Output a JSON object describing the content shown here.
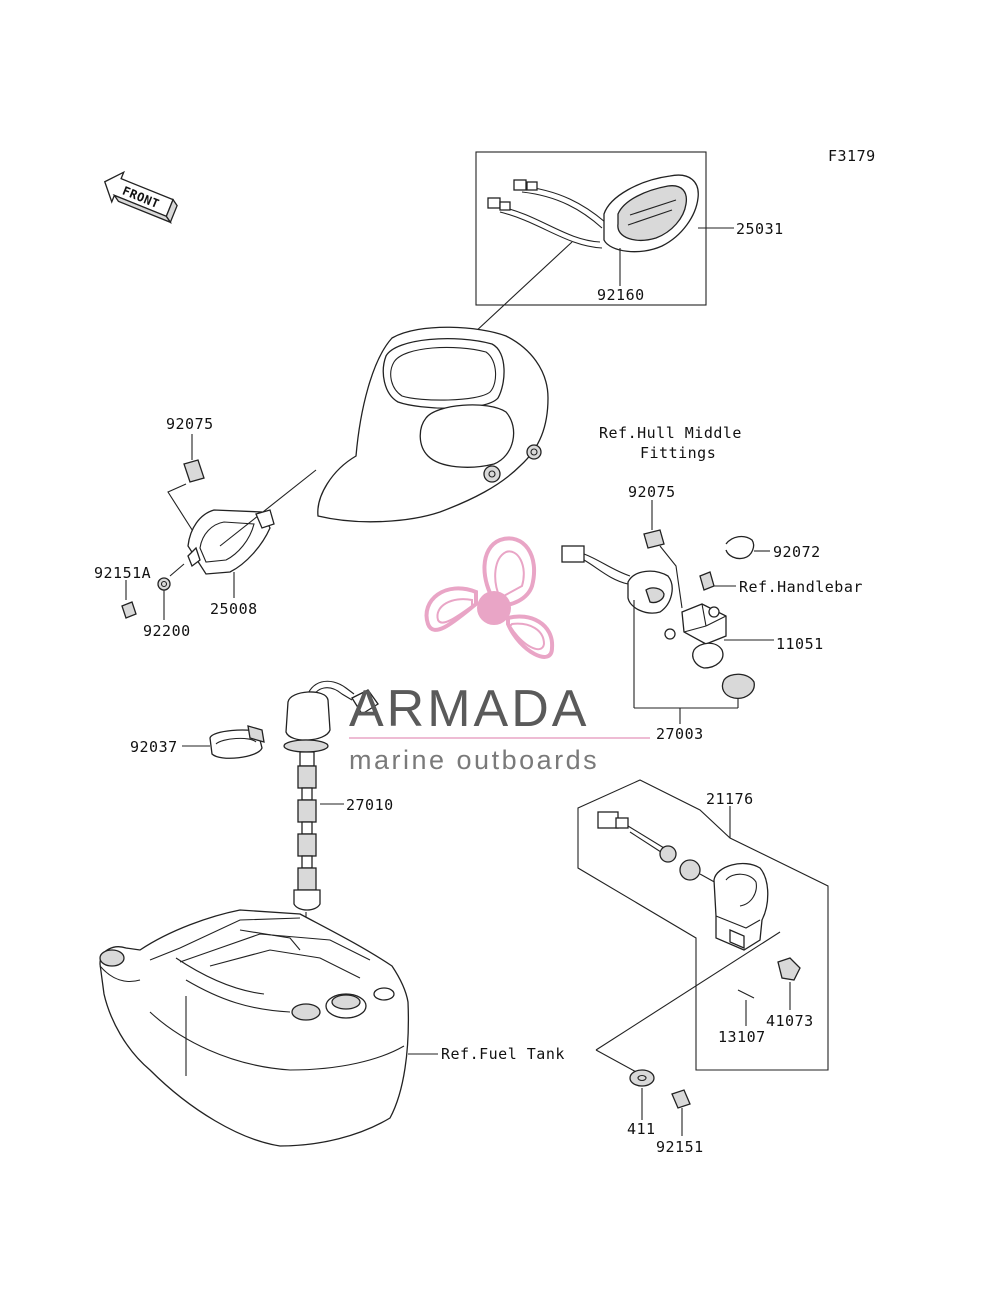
{
  "figure_code": "F3179",
  "front_arrow": {
    "text": "FRONT"
  },
  "watermark": {
    "title": "ARMADA",
    "subtitle": "marine outboards",
    "accent": "#e9a5c6",
    "icon": "propeller-icon"
  },
  "labels": {
    "p25031": "25031",
    "p92160": "92160",
    "p92075a": "92075",
    "p92151a": "92151A",
    "p92200": "92200",
    "p25008": "25008",
    "ref_hull_1": "Ref.Hull Middle",
    "ref_hull_2": "Fittings",
    "p92075b": "92075",
    "p92072": "92072",
    "ref_handlebar": "Ref.Handlebar",
    "p11051": "11051",
    "p27003": "27003",
    "p92037": "92037",
    "p27010": "27010",
    "p21176": "21176",
    "p13107": "13107",
    "p41073": "41073",
    "ref_fuel_tank": "Ref.Fuel Tank",
    "p411": "411",
    "p92151": "92151"
  }
}
